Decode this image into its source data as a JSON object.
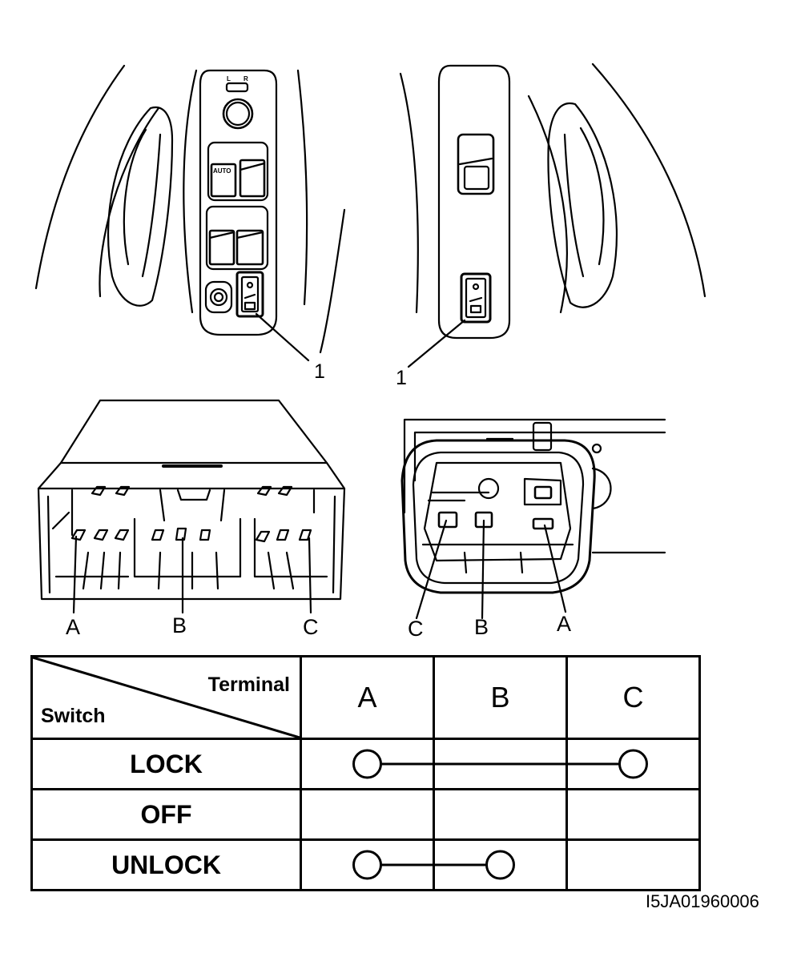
{
  "callouts": {
    "switch_ref_left": "1",
    "switch_ref_right": "1"
  },
  "switch_face_labels": {
    "auto": "AUTO",
    "left": "L",
    "right": "R"
  },
  "connector_left": {
    "terminal_a": "A",
    "terminal_b": "B",
    "terminal_c": "C"
  },
  "connector_right": {
    "terminal_a": "A",
    "terminal_b": "B",
    "terminal_c": "C"
  },
  "table": {
    "header_terminal": "Terminal",
    "header_switch": "Switch",
    "columns": [
      "A",
      "B",
      "C"
    ],
    "rows": [
      {
        "label": "LOCK",
        "connected": [
          "A",
          "C"
        ]
      },
      {
        "label": "OFF",
        "connected": []
      },
      {
        "label": "UNLOCK",
        "connected": [
          "A",
          "B"
        ]
      }
    ]
  },
  "figure_code": "I5JA01960006"
}
